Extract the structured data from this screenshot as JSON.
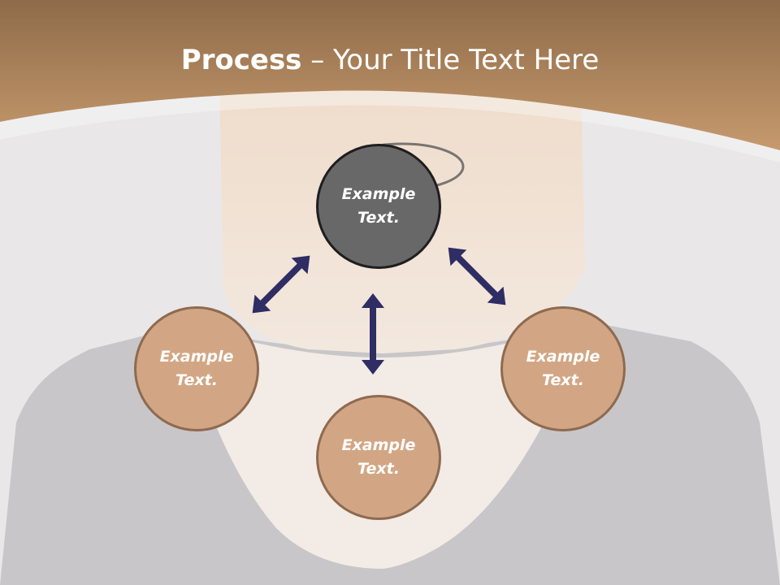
{
  "title": {
    "bold": "Process",
    "rest": " – Your Title Text Here"
  },
  "nodes": {
    "top": {
      "line1": "Example",
      "line2": "Text."
    },
    "left": {
      "line1": "Example",
      "line2": "Text."
    },
    "bottom": {
      "line1": "Example",
      "line2": "Text."
    },
    "right": {
      "line1": "Example",
      "line2": "Text."
    }
  },
  "colors": {
    "header_brown": "#c4956a",
    "node_dark": "#686868",
    "node_tan": "#d2a684",
    "arrow": "#2e2d64"
  }
}
